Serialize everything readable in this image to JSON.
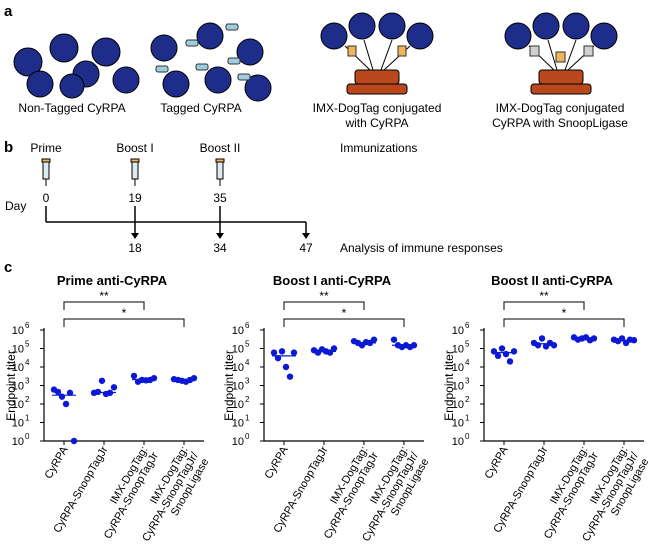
{
  "panel_a": {
    "label": "a",
    "captions": [
      "Non-Tagged CyRPA",
      "Tagged CyRPA",
      "IMX-DogTag conjugated",
      "with CyRPA",
      "IMX-DogTag conjugated",
      "CyRPA with SnoopLigase"
    ]
  },
  "panel_b": {
    "label": "b",
    "immunization_events": [
      "Prime",
      "Boost I",
      "Boost II"
    ],
    "immunizations_label": "Immunizations",
    "day_label": "Day",
    "immunization_days": [
      "0",
      "19",
      "35"
    ],
    "analysis_days": [
      "18",
      "34",
      "47"
    ],
    "analysis_label": "Analysis of immune responses"
  },
  "panel_c": {
    "label": "c"
  },
  "colors": {
    "protein": "#1e2d8a",
    "points": "#0b18d6",
    "rocket": "#b9481f",
    "tag": "#9fcde0",
    "syringe": "#f0b45a"
  },
  "chart_data": [
    {
      "type": "scatter",
      "title": "Prime anti-CyRPA",
      "ylabel": "Endpoint titer",
      "yscale": "log",
      "ylim": [
        1,
        1000000
      ],
      "yticks": [
        "10",
        "10",
        "10",
        "10",
        "10",
        "10",
        "10"
      ],
      "ytick_exps": [
        "0",
        "1",
        "2",
        "3",
        "4",
        "5",
        "6"
      ],
      "categories": [
        "CyRPA",
        "CyRPA-SnoopTagJr",
        "IMX-DogTag:",
        "CyRPA-SnoopTagJr",
        "IMX-DogTag:",
        "CyRPA-SnoopTagJr/",
        "SnoopLigase"
      ],
      "groups": [
        {
          "values": [
            600,
            450,
            250,
            100,
            400,
            1
          ],
          "median": 300
        },
        {
          "values": [
            400,
            450,
            1800,
            350,
            400,
            800
          ],
          "median": 420
        },
        {
          "values": [
            3300,
            1600,
            2000,
            1900,
            2000,
            2500
          ],
          "median": 2100
        },
        {
          "values": [
            2200,
            2000,
            1800,
            1600,
            2000,
            2500
          ],
          "median": 2000
        }
      ],
      "significance": [
        "**",
        "*"
      ]
    },
    {
      "type": "scatter",
      "title": "Boost I anti-CyRPA",
      "ylabel": "Endpoint titer",
      "yscale": "log",
      "ylim": [
        1,
        1000000
      ],
      "yticks": [
        "10",
        "10",
        "10",
        "10",
        "10",
        "10",
        "10"
      ],
      "ytick_exps": [
        "0",
        "1",
        "2",
        "3",
        "4",
        "5",
        "6"
      ],
      "categories": [
        "CyRPA",
        "CyRPA-SnoopTagJr",
        "IMX-DogTag:",
        "CyRPA-SnoopTagJr",
        "IMX-DogTag:",
        "CyRPA-SnoopTagJr/",
        "SnoopLigase"
      ],
      "groups": [
        {
          "values": [
            60000,
            30000,
            70000,
            10000,
            3000,
            60000
          ],
          "median": 40000
        },
        {
          "values": [
            80000,
            60000,
            90000,
            70000,
            60000,
            100000
          ],
          "median": 70000
        },
        {
          "values": [
            250000,
            200000,
            150000,
            220000,
            200000,
            300000
          ],
          "median": 200000
        },
        {
          "values": [
            300000,
            150000,
            120000,
            150000,
            120000,
            150000
          ],
          "median": 150000
        }
      ],
      "significance": [
        "**",
        "*"
      ]
    },
    {
      "type": "scatter",
      "title": "Boost II anti-CyRPA",
      "ylabel": "Endpoint titer",
      "yscale": "log",
      "ylim": [
        1,
        1000000
      ],
      "yticks": [
        "10",
        "10",
        "10",
        "10",
        "10",
        "10",
        "10"
      ],
      "ytick_exps": [
        "0",
        "1",
        "2",
        "3",
        "4",
        "5",
        "6"
      ],
      "categories": [
        "CyRPA",
        "CyRPA-SnoopTagJr",
        "IMX-DogTag:",
        "CyRPA-SnoopTagJr",
        "IMX-DogTag:",
        "CyRPA-SnoopTagJr/",
        "SnoopLigase"
      ],
      "groups": [
        {
          "values": [
            70000,
            40000,
            100000,
            50000,
            20000,
            70000
          ],
          "median": 60000
        },
        {
          "values": [
            200000,
            150000,
            350000,
            130000,
            200000,
            150000
          ],
          "median": 180000
        },
        {
          "values": [
            400000,
            300000,
            350000,
            400000,
            280000,
            350000
          ],
          "median": 350000
        },
        {
          "values": [
            300000,
            250000,
            350000,
            200000,
            300000,
            280000
          ],
          "median": 280000
        }
      ],
      "significance": [
        "**",
        "*"
      ]
    }
  ]
}
